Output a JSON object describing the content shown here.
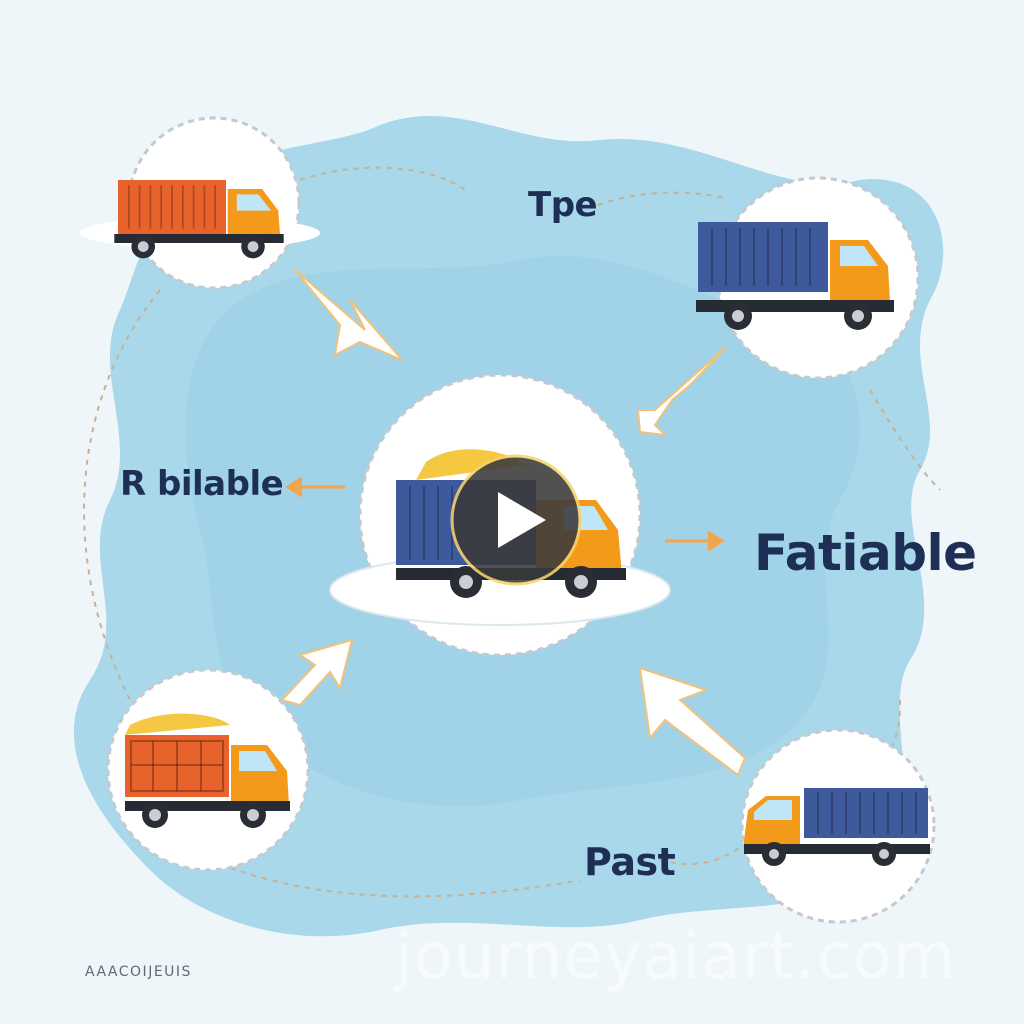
{
  "diagram": {
    "labels": {
      "top": "Tpe",
      "left": "R bilable",
      "right": "Fatiable",
      "bottom": "Past"
    },
    "brand_text": "AAACOIJEUIS",
    "watermark_text": "journeyaiart.com"
  },
  "colors": {
    "background": "#eef6fa",
    "blob": "#a9d8ea",
    "text": "#1d2f55",
    "truck_cab": "#f49a1a",
    "container_orange": "#e8622c",
    "container_blue": "#3f5a9c",
    "arrow_orange": "#f2a44f"
  },
  "icons": [
    "truck-icon",
    "play-icon",
    "arrow-icon"
  ]
}
